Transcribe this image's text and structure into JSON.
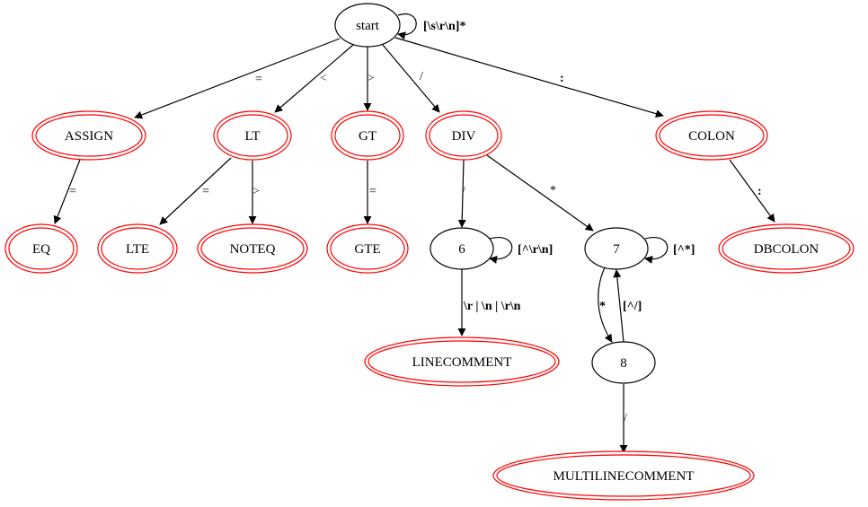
{
  "diagram": {
    "colors": {
      "final_state": "#ff0000",
      "state": "#000000",
      "edge": "#000000"
    },
    "nodes": {
      "start": "start",
      "assign": "ASSIGN",
      "lt": "LT",
      "gt": "GT",
      "div": "DIV",
      "colon": "COLON",
      "eq": "EQ",
      "lte": "LTE",
      "noteq": "NOTEQ",
      "gte": "GTE",
      "s6": "6",
      "s7": "7",
      "dbcolon": "DBCOLON",
      "linecomment": "LINECOMMENT",
      "s8": "8",
      "multilinecomment": "MULTILINECOMMENT"
    },
    "edges": {
      "start_loop": "[\\s\\r\\n]*",
      "start_assign": "=",
      "start_lt": "<",
      "start_gt": ">",
      "start_div": "/",
      "start_colon": ":",
      "assign_eq": "=",
      "lt_lte": "=",
      "lt_noteq": ">",
      "gt_gte": "=",
      "div_6": "/",
      "div_7": "*",
      "colon_dbcolon": ":",
      "s6_loop": "[^\\r\\n]",
      "s7_loop": "[^*]",
      "s6_linecomment": "\\r | \\n | \\r\\n",
      "s7_8": "*",
      "s8_7": "[^/]",
      "s8_multiline": "/"
    }
  }
}
